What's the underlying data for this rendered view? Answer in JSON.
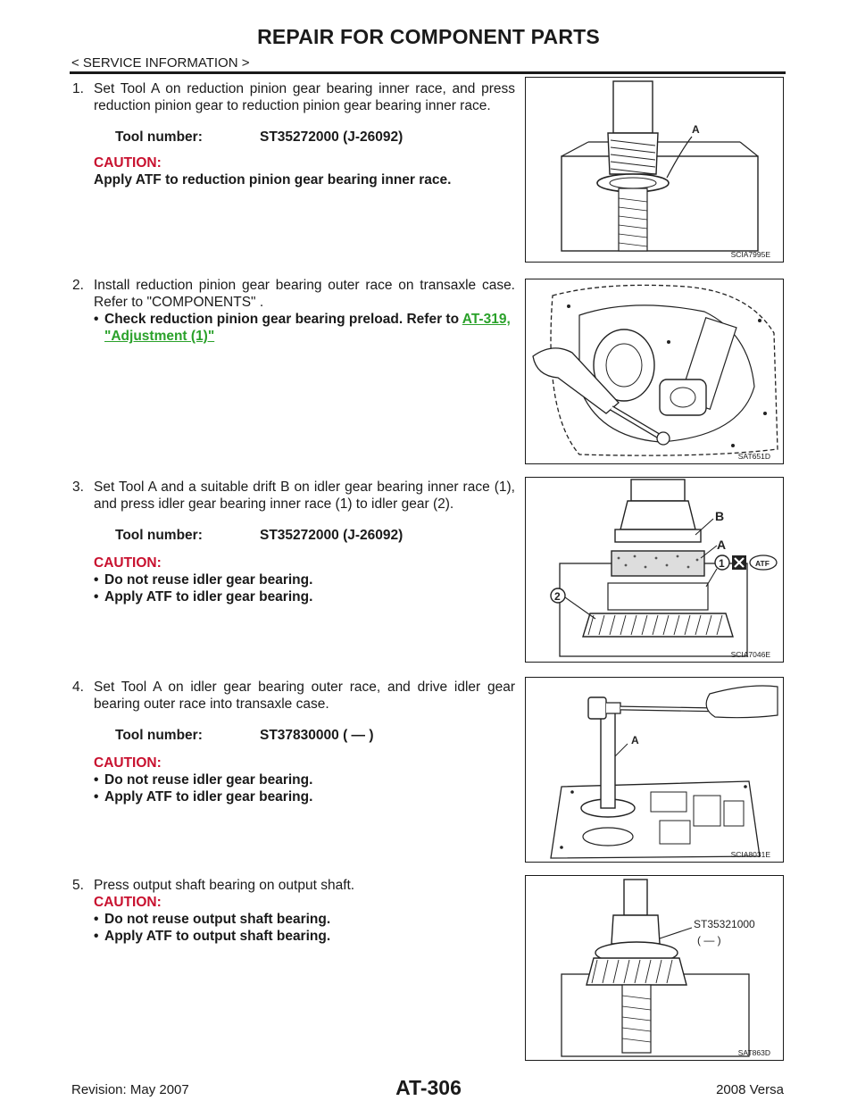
{
  "header": {
    "title": "REPAIR FOR COMPONENT PARTS",
    "section": "< SERVICE INFORMATION >"
  },
  "steps": [
    {
      "num": "1.",
      "text": "Set Tool A on reduction pinion gear bearing inner race, and press reduction pinion gear to reduction pinion gear bearing inner race.",
      "tool_label": "Tool number:",
      "tool_value": "ST35272000 (J-26092)",
      "caution_label": "CAUTION:",
      "caution_text": "Apply ATF to reduction pinion gear bearing inner race.",
      "figure_code": "SCIA7995E",
      "figure_label_a": "A"
    },
    {
      "num": "2.",
      "text": "Install reduction pinion gear bearing outer race on transaxle case. Refer to \"COMPONENTS\" .",
      "bullet": "Check reduction pinion gear bearing preload. Refer to",
      "link": "AT-319, \"Adjustment (1)\"",
      "figure_code": "SAT651D"
    },
    {
      "num": "3.",
      "text": "Set Tool A and a suitable drift B on idler gear bearing inner race (1), and press idler gear bearing inner race (1) to idler gear (2).",
      "tool_label": "Tool number:",
      "tool_value": "ST35272000 (J-26092)",
      "caution_label": "CAUTION:",
      "bullets": [
        "Do not reuse idler gear bearing.",
        "Apply ATF to idler gear bearing."
      ],
      "figure_code": "SCIA7046E",
      "figure_label_a": "A",
      "figure_label_b": "B",
      "figure_label_1": "1",
      "figure_label_2": "2",
      "figure_atf": "ATF"
    },
    {
      "num": "4.",
      "text": "Set Tool A on idler gear bearing outer race, and drive idler gear bearing outer race into transaxle case.",
      "tool_label": "Tool number:",
      "tool_value": "ST37830000 (    —    )",
      "caution_label": "CAUTION:",
      "bullets": [
        "Do not reuse idler gear bearing.",
        "Apply ATF to idler gear bearing."
      ],
      "figure_code": "SCIA8031E",
      "figure_label_a": "A"
    },
    {
      "num": "5.",
      "text": "Press output shaft bearing on output shaft.",
      "caution_label": "CAUTION:",
      "bullets": [
        "Do not reuse output shaft bearing.",
        "Apply ATF to output shaft bearing."
      ],
      "figure_code": "SAT863D",
      "figure_tool_1": "ST35321000",
      "figure_tool_2": "(    —    )"
    }
  ],
  "footer": {
    "revision": "Revision: May 2007",
    "page": "AT-306",
    "model": "2008 Versa"
  },
  "bullet_char": "•"
}
